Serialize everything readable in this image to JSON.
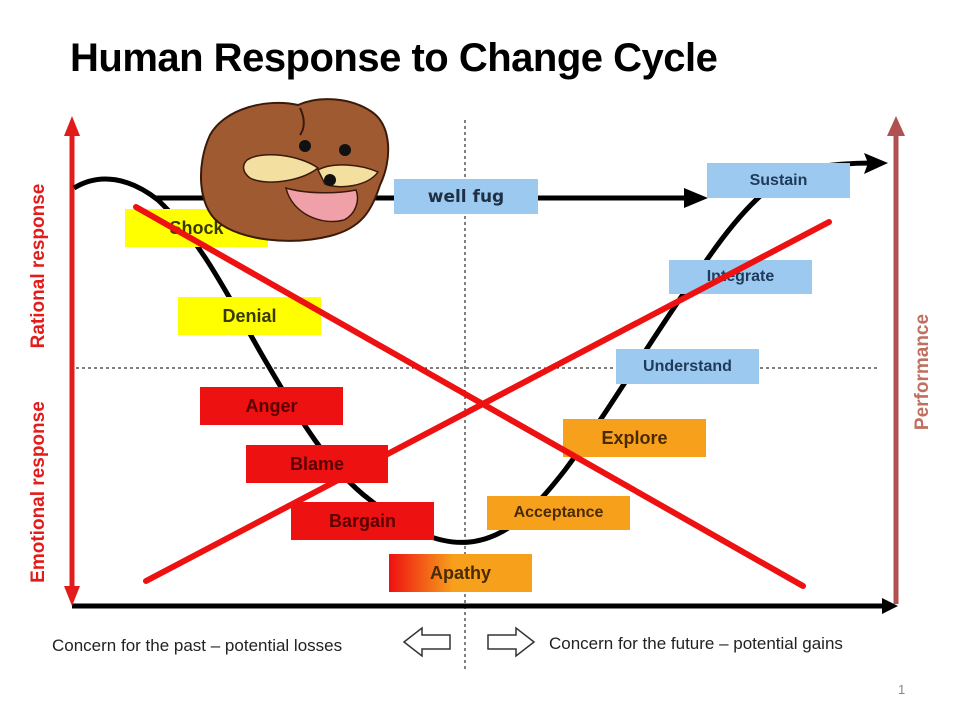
{
  "title": "Human Response to Change Cycle",
  "axes": {
    "left_upper": "Rational response",
    "left_lower": "Emotional response",
    "right": "Performance",
    "bottom_left": "Concern for the past – potential losses",
    "bottom_right": "Concern for the future – potential gains"
  },
  "stages": {
    "shock": "Shock",
    "denial": "Denial",
    "anger": "Anger",
    "blame": "Blame",
    "bargain": "Bargain",
    "apathy": "Apathy",
    "acceptance": "Acceptance",
    "explore": "Explore",
    "understand": "Understand",
    "integrate": "Integrate",
    "sustain": "Sustain"
  },
  "overlay": {
    "label": "well fug"
  },
  "page_number": "1",
  "colors": {
    "emotional": "#ee1111",
    "denial": "#ffff00",
    "acceptance": "#f7a01c",
    "rational": "#9cc9f0",
    "cross_out": "#ee1111",
    "performance_arrow": "#b05050"
  },
  "icons": [
    "left-outline-arrow-icon",
    "right-outline-arrow-icon",
    "spurdo-face-icon"
  ]
}
